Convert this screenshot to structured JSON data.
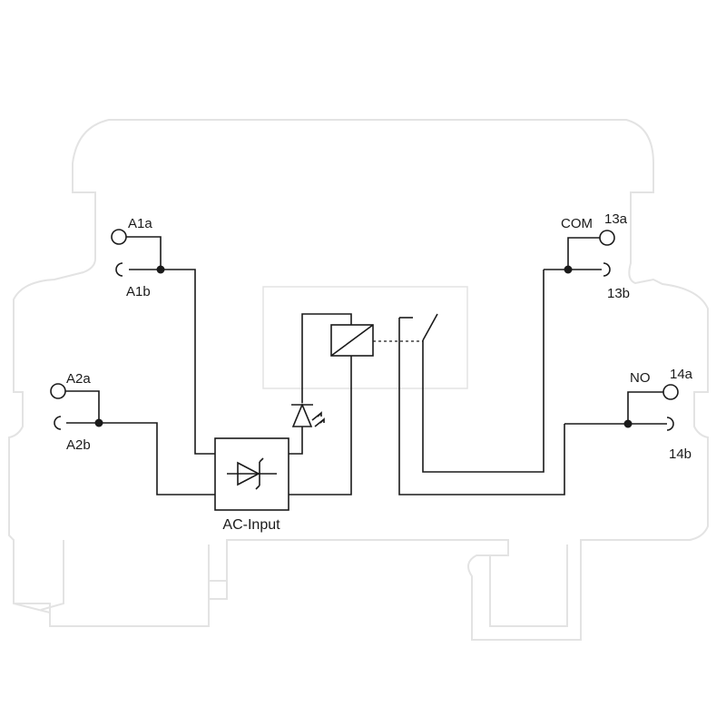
{
  "terminals": {
    "a1a": "A1a",
    "a1b": "A1b",
    "a2a": "A2a",
    "a2b": "A2b",
    "com": "COM",
    "t13a": "13a",
    "t13b": "13b",
    "no": "NO",
    "t14a": "14a",
    "t14b": "14b"
  },
  "module": {
    "input_label": "AC-Input"
  }
}
